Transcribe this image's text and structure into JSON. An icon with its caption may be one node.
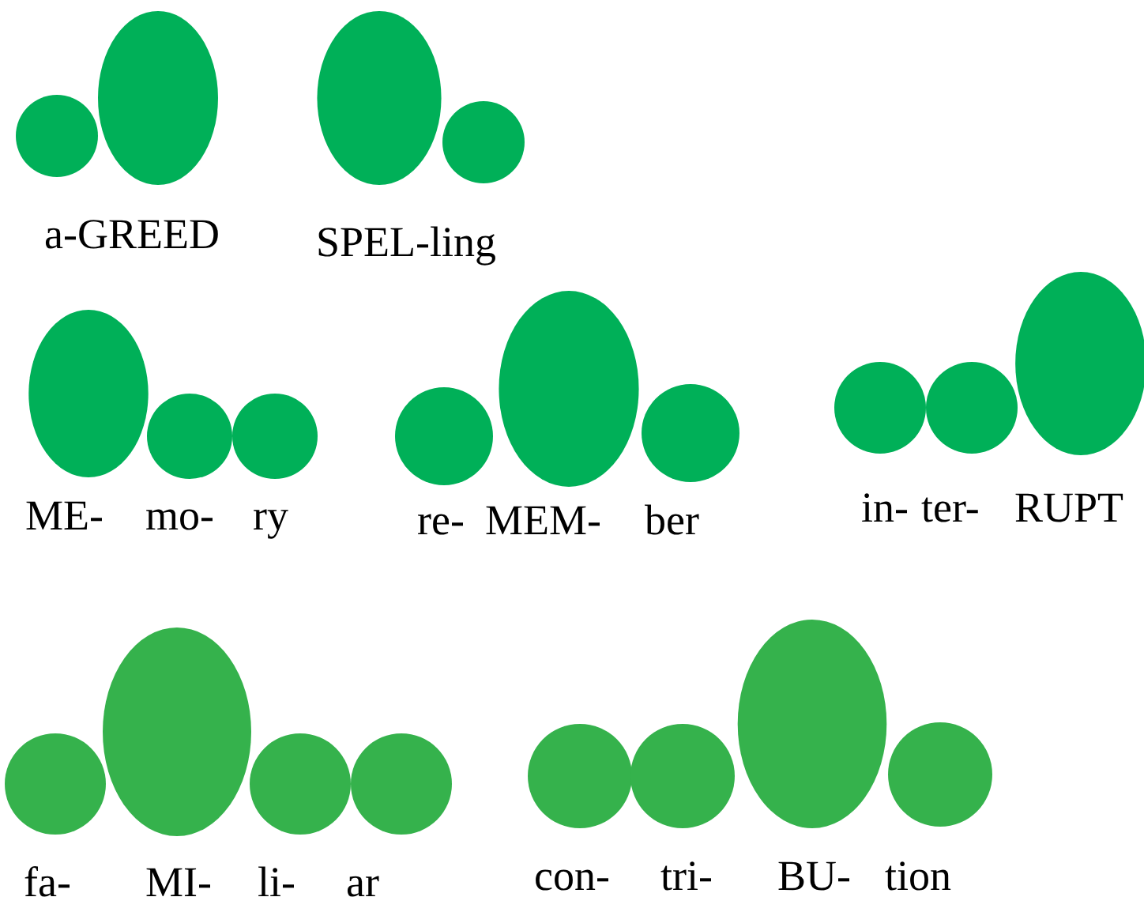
{
  "diagram": {
    "nodes": [
      {
        "text": [],
        "shape": "circle"
      },
      {
        "text": [],
        "shape": "oval"
      },
      {
        "text": [],
        "shape": "oval"
      },
      {
        "text": [],
        "shape": "circle"
      },
      {
        "text": [],
        "shape": "oval"
      },
      {
        "text": [],
        "shape": "circle"
      },
      {
        "text": [],
        "shape": "circle"
      },
      {
        "text": [],
        "shape": "circle"
      },
      {
        "text": [],
        "shape": "oval"
      },
      {
        "text": [],
        "shape": "circle"
      },
      {
        "text": [],
        "shape": "circle"
      },
      {
        "text": [],
        "shape": "circle"
      },
      {
        "text": [],
        "shape": "oval"
      },
      {
        "text": [],
        "shape": "circle"
      },
      {
        "text": [],
        "shape": "oval"
      },
      {
        "text": [],
        "shape": "circle"
      },
      {
        "text": [],
        "shape": "circle"
      },
      {
        "text": [],
        "shape": "circle"
      },
      {
        "text": [],
        "shape": "circle"
      },
      {
        "text": [],
        "shape": "oval"
      },
      {
        "text": [],
        "shape": "circle"
      }
    ],
    "edges": [],
    "labels": [
      "a-GREED",
      "SPEL-ling",
      "ME-",
      "mo-",
      "ry",
      "re-",
      "MEM-",
      "ber",
      "in-",
      "ter-",
      "RUPT",
      "fa-",
      "MI-",
      "li-",
      "ar",
      "con-",
      "tri-",
      "BU-",
      "tion"
    ]
  }
}
